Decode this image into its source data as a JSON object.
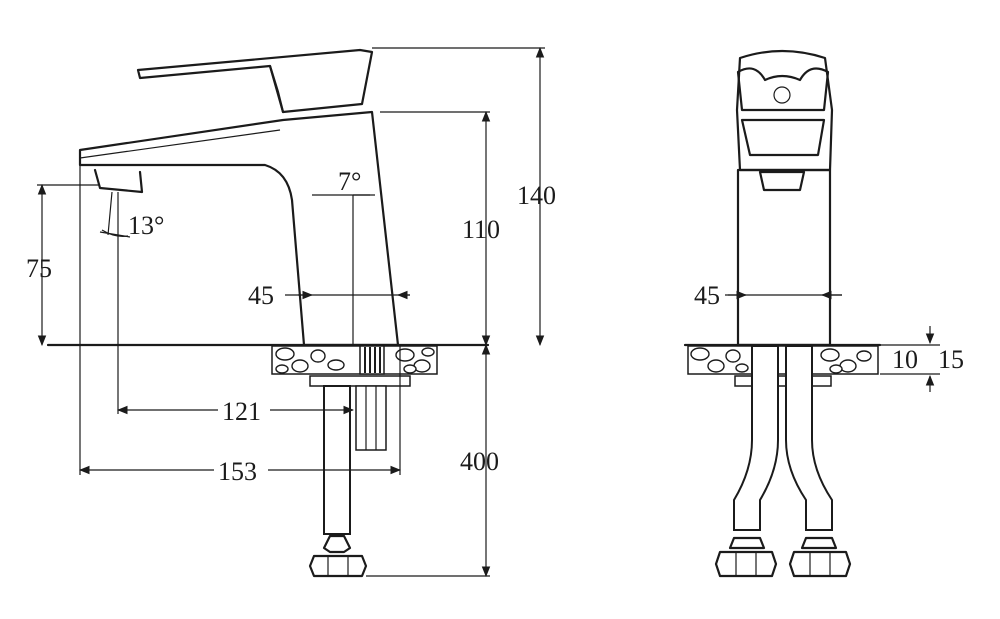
{
  "side_view": {
    "dim_total_height": "140",
    "dim_spout_height": "110",
    "dim_aerator_height": "75",
    "dim_hose_length": "400",
    "dim_body_width": "45",
    "dim_reach_outlet": "121",
    "dim_reach_total": "153",
    "angle_tilt": "7°",
    "angle_aerator": "13°"
  },
  "front_view": {
    "dim_body_width": "45",
    "dim_mount_thickness": "10",
    "dim_mount_height": "15"
  }
}
